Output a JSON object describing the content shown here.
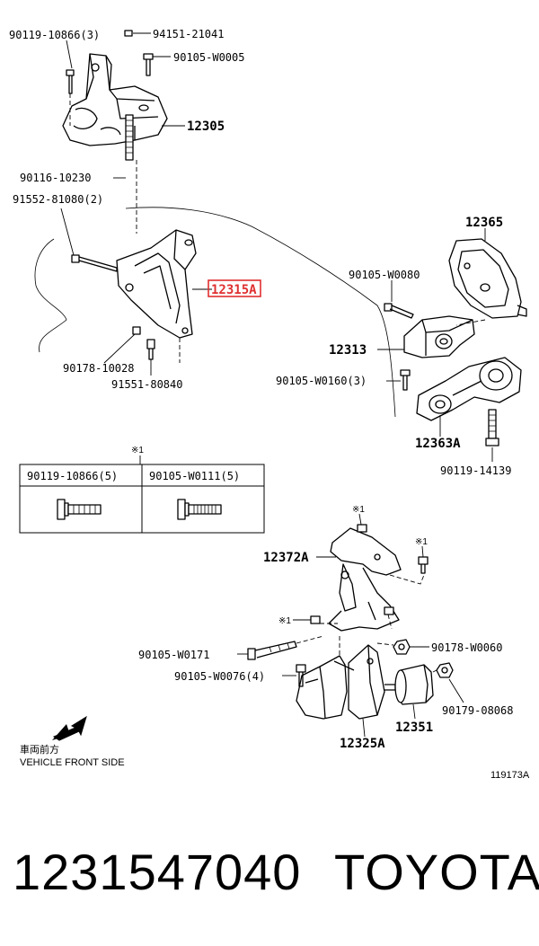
{
  "labels": {
    "p90119_10866_3": "90119-10866(3)",
    "p94151_21041": "94151-21041",
    "p90105_W0005": "90105-W0005",
    "p12305": "12305",
    "p90116_10230": "90116-10230",
    "p91552_81080_2": "91552-81080(2)",
    "p12315A": "12315A",
    "p90178_10028": "90178-10028",
    "p91551_80840": "91551-80840",
    "p12365": "12365",
    "p90105_W0080": "90105-W0080",
    "p12313": "12313",
    "p90105_W0160_3": "90105-W0160(3)",
    "p12363A": "12363A",
    "p90119_14139": "90119-14139",
    "note_mark_1": "※1",
    "table_col1": "90119-10866(5)",
    "table_col2": "90105-W0111(5)",
    "note_mark_2": "※1",
    "note_mark_3": "※1",
    "note_mark_4": "※1",
    "p12372A": "12372A",
    "p90105_W0171": "90105-W0171",
    "p90178_W0060": "90178-W0060",
    "p90105_W0076_4": "90105-W0076(4)",
    "p90179_08068": "90179-08068",
    "p12351": "12351",
    "p12325A": "12325A",
    "front_jp": "車両前方",
    "front_en": "VEHICLE FRONT SIDE",
    "diagram_id": "119173A"
  },
  "footer": {
    "part_number": "1231547040",
    "brand": "TOYOTA"
  },
  "colors": {
    "highlight": "#e03030"
  }
}
